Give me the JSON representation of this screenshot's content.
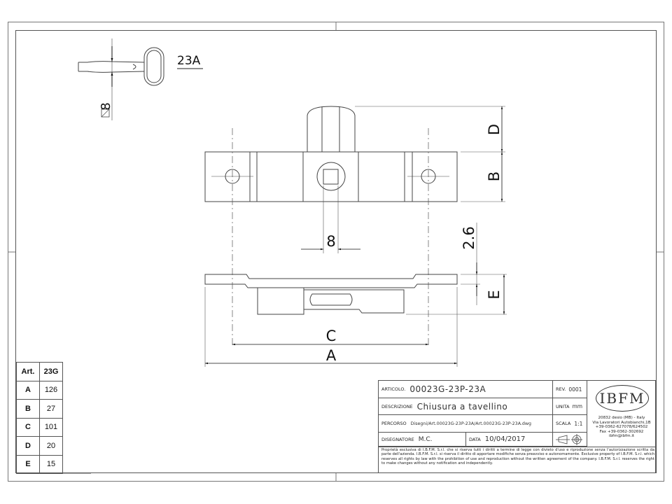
{
  "drawing": {
    "key_label": "23A",
    "key_square_size": "8",
    "dimensions": {
      "D": "D",
      "B": "B",
      "square": "8",
      "thickness": "2.6",
      "E": "E",
      "C": "C",
      "A": "A"
    }
  },
  "table": {
    "header": [
      "Art.",
      "23G"
    ],
    "rows": [
      [
        "A",
        "126"
      ],
      [
        "B",
        "27"
      ],
      [
        "C",
        "101"
      ],
      [
        "D",
        "20"
      ],
      [
        "E",
        "15"
      ]
    ]
  },
  "title_block": {
    "articolo_label": "ARTICOLO.",
    "articolo": "00023G-23P-23A",
    "rev_label": "REV.",
    "rev": "0001",
    "descrizione_label": "DESCRIZIONE",
    "descrizione": "Chiusura a tavellino",
    "unita_label": "UNITA",
    "unita": "mm",
    "percorso_label": "PERCORSO",
    "percorso": "Disegni/Art.00023G-23P-23A/Art.00023G-23P-23A.dwg",
    "scala_label": "SCALA",
    "scala": "1:1",
    "disegnatore_label": "DISEGNATORE",
    "disegnatore": "M.C.",
    "data_label": "DATA",
    "data": "10/04/2017",
    "logo": "IBFM",
    "address": [
      "20832 desio (MB) - Italy",
      "Via Lavoratori Autobianchi,1B",
      "+39-0362-627078/624502",
      "Fax +39-0362-302692",
      "ibfm@ibfm.it"
    ],
    "notice": "Proprietà esclusiva di I.B.F.M. S.r.l. che si riserva tutti i diritti a termine di legge con divieto d'uso e riproduzione senza l'autorizzazione scritta da parte dell'azienda. I.B.F.M. S.r.l. si riserva il diritto di apportare modifiche senza preavviso e autonomamente. Exclusive property of I.B.F.M. S.r.l. which reserves all rights by law with the prohibition of use and reproduction without the written agreement of the company. I.B.F.M. S.r.l. reserves the right to make changes without any notification and independently."
  }
}
